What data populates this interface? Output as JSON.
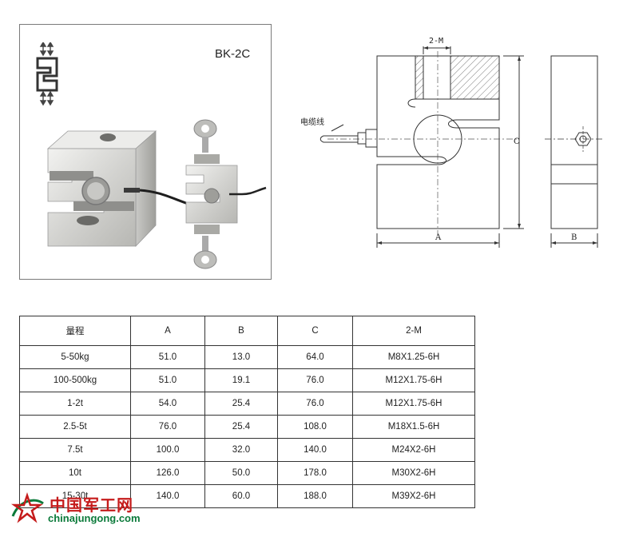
{
  "product": {
    "model": "BK-2C",
    "cable_label": "电缆线",
    "dimension_labels": {
      "thread": "2-M",
      "width": "A",
      "thickness": "B",
      "height": "C"
    }
  },
  "spec_table": {
    "headers": [
      "量程",
      "A",
      "B",
      "C",
      "2-M"
    ],
    "rows": [
      [
        "5-50kg",
        "51.0",
        "13.0",
        "64.0",
        "M8X1.25-6H"
      ],
      [
        "100-500kg",
        "51.0",
        "19.1",
        "76.0",
        "M12X1.75-6H"
      ],
      [
        "1-2t",
        "54.0",
        "25.4",
        "76.0",
        "M12X1.75-6H"
      ],
      [
        "2.5-5t",
        "76.0",
        "25.4",
        "108.0",
        "M18X1.5-6H"
      ],
      [
        "7.5t",
        "100.0",
        "32.0",
        "140.0",
        "M24X2-6H"
      ],
      [
        "10t",
        "126.0",
        "50.0",
        "178.0",
        "M30X2-6H"
      ],
      [
        "15-30t",
        "140.0",
        "60.0",
        "188.0",
        "M39X2-6H"
      ]
    ]
  },
  "watermark": {
    "cn": "中国军工网",
    "url": "chinajungong.com",
    "colors": {
      "cn": "#c51b1b",
      "url": "#0b7a3a"
    }
  }
}
